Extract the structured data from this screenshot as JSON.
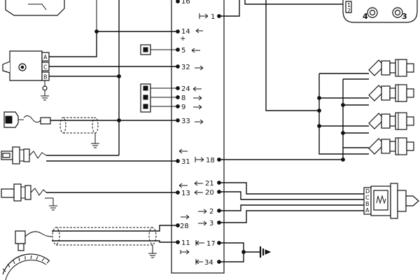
{
  "ecu_pins": {
    "p16": "16",
    "p1": "1",
    "p14": "14",
    "p5": "5",
    "p32": "32",
    "p24": "24",
    "p8": "8",
    "p9": "9",
    "p33": "33",
    "p18": "18",
    "p31": "31",
    "p21": "21",
    "p13": "13",
    "p20": "20",
    "p2": "2",
    "p3": "3",
    "p28": "28",
    "p11": "11",
    "p17": "17",
    "p34": "34"
  },
  "sensor_letters": {
    "a": "A",
    "c": "C",
    "b": "B"
  },
  "coil_terminals": {
    "t4": "4",
    "t3": "3"
  },
  "plus_sign": "+",
  "actuator_letters": {
    "d": "D",
    "c": "C",
    "b": "B",
    "a": "A"
  }
}
